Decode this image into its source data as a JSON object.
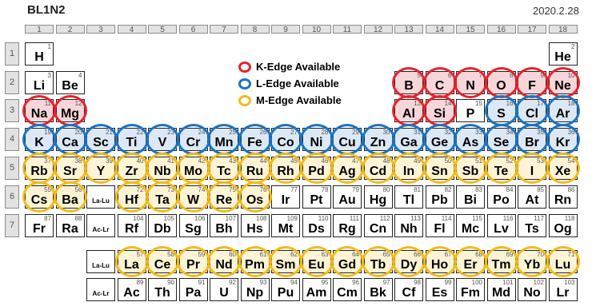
{
  "title": "BL1N2",
  "date": "2020.2.28",
  "colors": {
    "k_edge": "#e4242e",
    "l_edge": "#1d74bf",
    "m_edge": "#f2bb1c"
  },
  "legend": [
    {
      "type": "K",
      "label": "K-Edge Available"
    },
    {
      "type": "L",
      "label": "L-Edge Available"
    },
    {
      "type": "M",
      "label": "M-Edge Available"
    }
  ],
  "group_numbers": [
    "1",
    "2",
    "3",
    "4",
    "5",
    "6",
    "7",
    "8",
    "9",
    "10",
    "11",
    "12",
    "13",
    "14",
    "15",
    "16",
    "17",
    "18"
  ],
  "period_numbers": [
    "1",
    "2",
    "3",
    "4",
    "5",
    "6",
    "7"
  ],
  "placeholders": [
    {
      "label": "La-Lu",
      "row": 6,
      "col": 3
    },
    {
      "label": "Ac-Lr",
      "row": 7,
      "col": 3
    },
    {
      "label": "La-Lu",
      "row": 8,
      "col": 3
    },
    {
      "label": "Ac-Lr",
      "row": 9,
      "col": 3
    }
  ],
  "elements": [
    {
      "z": 1,
      "sym": "H",
      "row": 1,
      "col": 1,
      "edge": ""
    },
    {
      "z": 2,
      "sym": "He",
      "row": 1,
      "col": 18,
      "edge": ""
    },
    {
      "z": 3,
      "sym": "Li",
      "row": 2,
      "col": 1,
      "edge": ""
    },
    {
      "z": 4,
      "sym": "Be",
      "row": 2,
      "col": 2,
      "edge": ""
    },
    {
      "z": 5,
      "sym": "B",
      "row": 2,
      "col": 13,
      "edge": "K"
    },
    {
      "z": 6,
      "sym": "C",
      "row": 2,
      "col": 14,
      "edge": "K"
    },
    {
      "z": 7,
      "sym": "N",
      "row": 2,
      "col": 15,
      "edge": "K"
    },
    {
      "z": 8,
      "sym": "O",
      "row": 2,
      "col": 16,
      "edge": "K"
    },
    {
      "z": 9,
      "sym": "F",
      "row": 2,
      "col": 17,
      "edge": "K"
    },
    {
      "z": 10,
      "sym": "Ne",
      "row": 2,
      "col": 18,
      "edge": "K"
    },
    {
      "z": 11,
      "sym": "Na",
      "row": 3,
      "col": 1,
      "edge": "K"
    },
    {
      "z": 12,
      "sym": "Mg",
      "row": 3,
      "col": 2,
      "edge": "K"
    },
    {
      "z": 13,
      "sym": "Al",
      "row": 3,
      "col": 13,
      "edge": "K"
    },
    {
      "z": 14,
      "sym": "Si",
      "row": 3,
      "col": 14,
      "edge": "K"
    },
    {
      "z": 15,
      "sym": "P",
      "row": 3,
      "col": 15,
      "edge": ""
    },
    {
      "z": 16,
      "sym": "S",
      "row": 3,
      "col": 16,
      "edge": "L"
    },
    {
      "z": 17,
      "sym": "Cl",
      "row": 3,
      "col": 17,
      "edge": "L"
    },
    {
      "z": 18,
      "sym": "Ar",
      "row": 3,
      "col": 18,
      "edge": "L"
    },
    {
      "z": 19,
      "sym": "K",
      "row": 4,
      "col": 1,
      "edge": "L"
    },
    {
      "z": 20,
      "sym": "Ca",
      "row": 4,
      "col": 2,
      "edge": "L"
    },
    {
      "z": 21,
      "sym": "Sc",
      "row": 4,
      "col": 3,
      "edge": "L"
    },
    {
      "z": 22,
      "sym": "Ti",
      "row": 4,
      "col": 4,
      "edge": "L"
    },
    {
      "z": 23,
      "sym": "V",
      "row": 4,
      "col": 5,
      "edge": "L"
    },
    {
      "z": 24,
      "sym": "Cr",
      "row": 4,
      "col": 6,
      "edge": "L"
    },
    {
      "z": 25,
      "sym": "Mn",
      "row": 4,
      "col": 7,
      "edge": "L"
    },
    {
      "z": 26,
      "sym": "Fe",
      "row": 4,
      "col": 8,
      "edge": "L"
    },
    {
      "z": 27,
      "sym": "Co",
      "row": 4,
      "col": 9,
      "edge": "L"
    },
    {
      "z": 28,
      "sym": "Ni",
      "row": 4,
      "col": 10,
      "edge": "L"
    },
    {
      "z": 29,
      "sym": "Cu",
      "row": 4,
      "col": 11,
      "edge": "L"
    },
    {
      "z": 30,
      "sym": "Zn",
      "row": 4,
      "col": 12,
      "edge": "L"
    },
    {
      "z": 31,
      "sym": "Ga",
      "row": 4,
      "col": 13,
      "edge": "L"
    },
    {
      "z": 32,
      "sym": "Ge",
      "row": 4,
      "col": 14,
      "edge": "L"
    },
    {
      "z": 33,
      "sym": "As",
      "row": 4,
      "col": 15,
      "edge": "L"
    },
    {
      "z": 34,
      "sym": "Se",
      "row": 4,
      "col": 16,
      "edge": "L"
    },
    {
      "z": 35,
      "sym": "Br",
      "row": 4,
      "col": 17,
      "edge": "L"
    },
    {
      "z": 36,
      "sym": "Kr",
      "row": 4,
      "col": 18,
      "edge": "L"
    },
    {
      "z": 37,
      "sym": "Rb",
      "row": 5,
      "col": 1,
      "edge": "M"
    },
    {
      "z": 38,
      "sym": "Sr",
      "row": 5,
      "col": 2,
      "edge": "M"
    },
    {
      "z": 39,
      "sym": "Y",
      "row": 5,
      "col": 3,
      "edge": "M"
    },
    {
      "z": 40,
      "sym": "Zr",
      "row": 5,
      "col": 4,
      "edge": "M"
    },
    {
      "z": 41,
      "sym": "Nb",
      "row": 5,
      "col": 5,
      "edge": "M"
    },
    {
      "z": 42,
      "sym": "Mo",
      "row": 5,
      "col": 6,
      "edge": "M"
    },
    {
      "z": 43,
      "sym": "Tc",
      "row": 5,
      "col": 7,
      "edge": "M"
    },
    {
      "z": 44,
      "sym": "Ru",
      "row": 5,
      "col": 8,
      "edge": "M"
    },
    {
      "z": 45,
      "sym": "Rh",
      "row": 5,
      "col": 9,
      "edge": "M"
    },
    {
      "z": 46,
      "sym": "Pd",
      "row": 5,
      "col": 10,
      "edge": "M"
    },
    {
      "z": 47,
      "sym": "Ag",
      "row": 5,
      "col": 11,
      "edge": "M"
    },
    {
      "z": 48,
      "sym": "Cd",
      "row": 5,
      "col": 12,
      "edge": "M"
    },
    {
      "z": 49,
      "sym": "In",
      "row": 5,
      "col": 13,
      "edge": "M"
    },
    {
      "z": 50,
      "sym": "Sn",
      "row": 5,
      "col": 14,
      "edge": "M"
    },
    {
      "z": 51,
      "sym": "Sb",
      "row": 5,
      "col": 15,
      "edge": "M"
    },
    {
      "z": 52,
      "sym": "Te",
      "row": 5,
      "col": 16,
      "edge": "M"
    },
    {
      "z": 53,
      "sym": "I",
      "row": 5,
      "col": 17,
      "edge": "M"
    },
    {
      "z": 54,
      "sym": "Xe",
      "row": 5,
      "col": 18,
      "edge": "M"
    },
    {
      "z": 55,
      "sym": "Cs",
      "row": 6,
      "col": 1,
      "edge": "M"
    },
    {
      "z": 56,
      "sym": "Ba",
      "row": 6,
      "col": 2,
      "edge": "M"
    },
    {
      "z": 72,
      "sym": "Hf",
      "row": 6,
      "col": 4,
      "edge": "M"
    },
    {
      "z": 73,
      "sym": "Ta",
      "row": 6,
      "col": 5,
      "edge": "M"
    },
    {
      "z": 74,
      "sym": "W",
      "row": 6,
      "col": 6,
      "edge": "M"
    },
    {
      "z": 75,
      "sym": "Re",
      "row": 6,
      "col": 7,
      "edge": "M"
    },
    {
      "z": 76,
      "sym": "Os",
      "row": 6,
      "col": 8,
      "edge": "M"
    },
    {
      "z": 77,
      "sym": "Ir",
      "row": 6,
      "col": 9,
      "edge": ""
    },
    {
      "z": 78,
      "sym": "Pt",
      "row": 6,
      "col": 10,
      "edge": ""
    },
    {
      "z": 79,
      "sym": "Au",
      "row": 6,
      "col": 11,
      "edge": ""
    },
    {
      "z": 80,
      "sym": "Hg",
      "row": 6,
      "col": 12,
      "edge": ""
    },
    {
      "z": 81,
      "sym": "Tl",
      "row": 6,
      "col": 13,
      "edge": ""
    },
    {
      "z": 82,
      "sym": "Pb",
      "row": 6,
      "col": 14,
      "edge": ""
    },
    {
      "z": 83,
      "sym": "Bi",
      "row": 6,
      "col": 15,
      "edge": ""
    },
    {
      "z": 84,
      "sym": "Po",
      "row": 6,
      "col": 16,
      "edge": ""
    },
    {
      "z": 85,
      "sym": "At",
      "row": 6,
      "col": 17,
      "edge": ""
    },
    {
      "z": 86,
      "sym": "Rn",
      "row": 6,
      "col": 18,
      "edge": ""
    },
    {
      "z": 87,
      "sym": "Fr",
      "row": 7,
      "col": 1,
      "edge": ""
    },
    {
      "z": 88,
      "sym": "Ra",
      "row": 7,
      "col": 2,
      "edge": ""
    },
    {
      "z": 104,
      "sym": "Rf",
      "row": 7,
      "col": 4,
      "edge": ""
    },
    {
      "z": 105,
      "sym": "Db",
      "row": 7,
      "col": 5,
      "edge": ""
    },
    {
      "z": 106,
      "sym": "Sg",
      "row": 7,
      "col": 6,
      "edge": ""
    },
    {
      "z": 107,
      "sym": "Bh",
      "row": 7,
      "col": 7,
      "edge": ""
    },
    {
      "z": 108,
      "sym": "Hs",
      "row": 7,
      "col": 8,
      "edge": ""
    },
    {
      "z": 109,
      "sym": "Mt",
      "row": 7,
      "col": 9,
      "edge": ""
    },
    {
      "z": 110,
      "sym": "Ds",
      "row": 7,
      "col": 10,
      "edge": ""
    },
    {
      "z": 111,
      "sym": "Rg",
      "row": 7,
      "col": 11,
      "edge": ""
    },
    {
      "z": 112,
      "sym": "Cn",
      "row": 7,
      "col": 12,
      "edge": ""
    },
    {
      "z": 113,
      "sym": "Nh",
      "row": 7,
      "col": 13,
      "edge": ""
    },
    {
      "z": 114,
      "sym": "Fl",
      "row": 7,
      "col": 14,
      "edge": ""
    },
    {
      "z": 115,
      "sym": "Mc",
      "row": 7,
      "col": 15,
      "edge": ""
    },
    {
      "z": 116,
      "sym": "Lv",
      "row": 7,
      "col": 16,
      "edge": ""
    },
    {
      "z": 117,
      "sym": "Ts",
      "row": 7,
      "col": 17,
      "edge": ""
    },
    {
      "z": 118,
      "sym": "Og",
      "row": 7,
      "col": 18,
      "edge": ""
    },
    {
      "z": 57,
      "sym": "La",
      "row": 8,
      "col": 4,
      "edge": "M"
    },
    {
      "z": 58,
      "sym": "Ce",
      "row": 8,
      "col": 5,
      "edge": "M"
    },
    {
      "z": 59,
      "sym": "Pr",
      "row": 8,
      "col": 6,
      "edge": "M"
    },
    {
      "z": 60,
      "sym": "Nd",
      "row": 8,
      "col": 7,
      "edge": "M"
    },
    {
      "z": 61,
      "sym": "Pm",
      "row": 8,
      "col": 8,
      "edge": "M"
    },
    {
      "z": 62,
      "sym": "Sm",
      "row": 8,
      "col": 9,
      "edge": "M"
    },
    {
      "z": 63,
      "sym": "Eu",
      "row": 8,
      "col": 10,
      "edge": "M"
    },
    {
      "z": 64,
      "sym": "Gd",
      "row": 8,
      "col": 11,
      "edge": "M"
    },
    {
      "z": 65,
      "sym": "Tb",
      "row": 8,
      "col": 12,
      "edge": "M"
    },
    {
      "z": 66,
      "sym": "Dy",
      "row": 8,
      "col": 13,
      "edge": "M"
    },
    {
      "z": 67,
      "sym": "Ho",
      "row": 8,
      "col": 14,
      "edge": "M"
    },
    {
      "z": 68,
      "sym": "Er",
      "row": 8,
      "col": 15,
      "edge": "M"
    },
    {
      "z": 69,
      "sym": "Tm",
      "row": 8,
      "col": 16,
      "edge": "M"
    },
    {
      "z": 70,
      "sym": "Yb",
      "row": 8,
      "col": 17,
      "edge": "M"
    },
    {
      "z": 71,
      "sym": "Lu",
      "row": 8,
      "col": 18,
      "edge": "M"
    },
    {
      "z": 89,
      "sym": "Ac",
      "row": 9,
      "col": 4,
      "edge": ""
    },
    {
      "z": 90,
      "sym": "Th",
      "row": 9,
      "col": 5,
      "edge": ""
    },
    {
      "z": 91,
      "sym": "Pa",
      "row": 9,
      "col": 6,
      "edge": ""
    },
    {
      "z": 92,
      "sym": "U",
      "row": 9,
      "col": 7,
      "edge": ""
    },
    {
      "z": 93,
      "sym": "Np",
      "row": 9,
      "col": 8,
      "edge": ""
    },
    {
      "z": 94,
      "sym": "Pu",
      "row": 9,
      "col": 9,
      "edge": ""
    },
    {
      "z": 95,
      "sym": "Am",
      "row": 9,
      "col": 10,
      "edge": ""
    },
    {
      "z": 96,
      "sym": "Cm",
      "row": 9,
      "col": 11,
      "edge": ""
    },
    {
      "z": 97,
      "sym": "Bk",
      "row": 9,
      "col": 12,
      "edge": ""
    },
    {
      "z": 98,
      "sym": "Cf",
      "row": 9,
      "col": 13,
      "edge": ""
    },
    {
      "z": 99,
      "sym": "Es",
      "row": 9,
      "col": 14,
      "edge": ""
    },
    {
      "z": 100,
      "sym": "Fm",
      "row": 9,
      "col": 15,
      "edge": ""
    },
    {
      "z": 101,
      "sym": "Md",
      "row": 9,
      "col": 16,
      "edge": ""
    },
    {
      "z": 102,
      "sym": "No",
      "row": 9,
      "col": 17,
      "edge": ""
    },
    {
      "z": 103,
      "sym": "Lr",
      "row": 9,
      "col": 18,
      "edge": ""
    }
  ]
}
